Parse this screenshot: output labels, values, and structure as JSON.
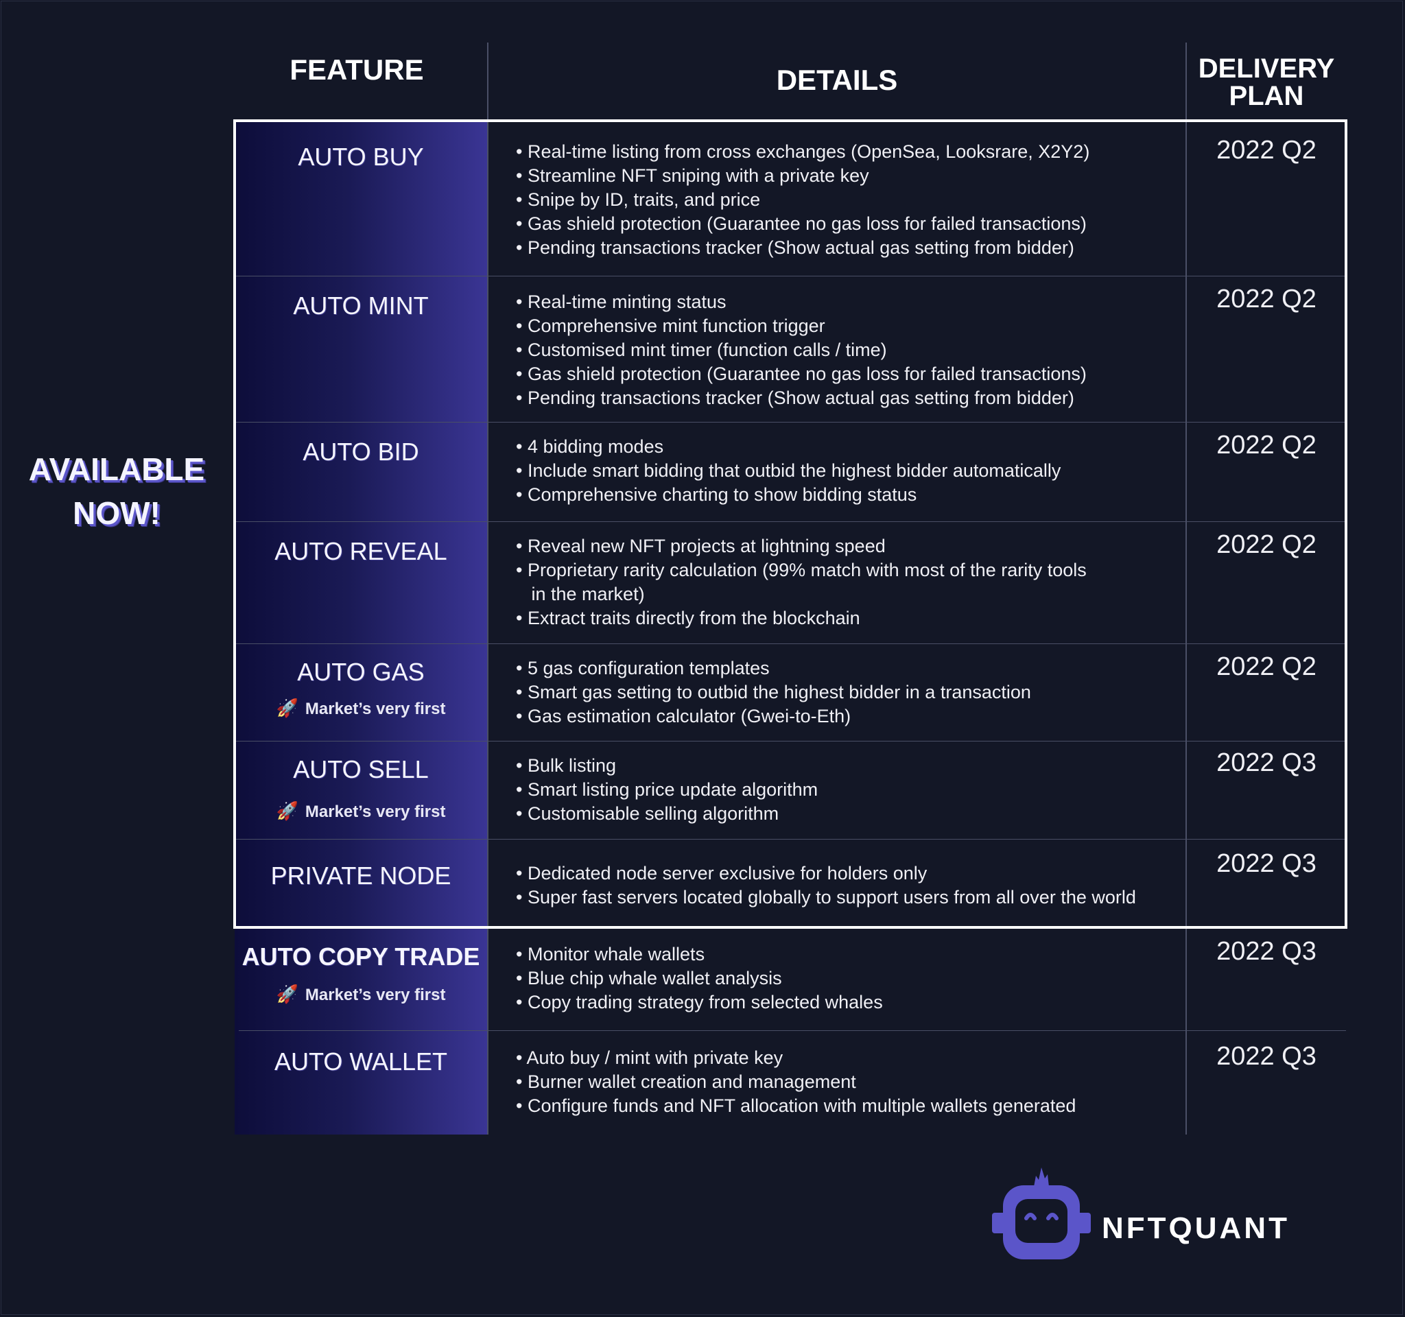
{
  "header": {
    "feature": "FEATURE",
    "details": "DETAILS",
    "delivery_line1": "DELIVERY",
    "delivery_line2": "PLAN"
  },
  "available_label_line1": "AVAILABLE",
  "available_label_line2": "NOW!",
  "badge_text": "Market’s very first",
  "rows": [
    {
      "feature": "AUTO BUY",
      "details": [
        "• Real-time listing from cross exchanges (OpenSea, Looksrare, X2Y2)",
        "• Streamline NFT sniping with a private key",
        "• Snipe by ID, traits, and price",
        "• Gas shield protection (Guarantee no gas loss for failed transactions)",
        "• Pending transactions tracker (Show actual gas setting from bidder)"
      ],
      "delivery": "2022 Q2"
    },
    {
      "feature": "AUTO MINT",
      "details": [
        "• Real-time minting status",
        "• Comprehensive mint function trigger",
        "• Customised mint timer (function calls / time)",
        "• Gas shield protection (Guarantee no gas loss for failed transactions)",
        "• Pending transactions tracker (Show actual gas setting from bidder)"
      ],
      "delivery": "2022 Q2"
    },
    {
      "feature": "AUTO BID",
      "details": [
        "• 4 bidding modes",
        "• Include smart bidding that outbid the highest bidder automatically",
        "• Comprehensive charting to show bidding status"
      ],
      "delivery": "2022 Q2"
    },
    {
      "feature": "AUTO REVEAL",
      "details": [
        "• Reveal new NFT projects at lightning speed",
        "• Proprietary rarity calculation (99% match with most of the rarity tools",
        "   in the market)",
        "• Extract traits directly from the blockchain"
      ],
      "delivery": "2022 Q2"
    },
    {
      "feature": "AUTO GAS",
      "details": [
        "• 5 gas configuration templates",
        "• Smart gas setting to outbid the highest bidder in a transaction",
        "• Gas estimation calculator (Gwei-to-Eth)"
      ],
      "delivery": "2022 Q2"
    },
    {
      "feature": "AUTO SELL",
      "details": [
        "• Bulk listing",
        "• Smart listing price update algorithm",
        "• Customisable selling algorithm"
      ],
      "delivery": "2022 Q3"
    },
    {
      "feature": "PRIVATE NODE",
      "details": [
        "• Dedicated node server exclusive for holders only",
        "• Super fast servers located globally to support users from all over the world"
      ],
      "delivery": "2022 Q3"
    },
    {
      "feature": "AUTO COPY TRADE",
      "details": [
        "• Monitor whale wallets",
        "• Blue chip whale wallet analysis",
        "• Copy trading strategy from selected whales"
      ],
      "delivery": "2022 Q3"
    },
    {
      "feature": "AUTO WALLET",
      "details": [
        "• Auto buy / mint with private key",
        "• Burner wallet creation and management",
        "• Configure funds and NFT allocation with multiple wallets generated"
      ],
      "delivery": "2022 Q3"
    }
  ],
  "brand": {
    "name": "NFTQUANT",
    "logo_icon": "robot-icon",
    "accent": "#5b55c9"
  },
  "colors": {
    "background": "#131726",
    "feature_gradient_start": "#0d0d3a",
    "feature_gradient_end": "#3a3594"
  }
}
